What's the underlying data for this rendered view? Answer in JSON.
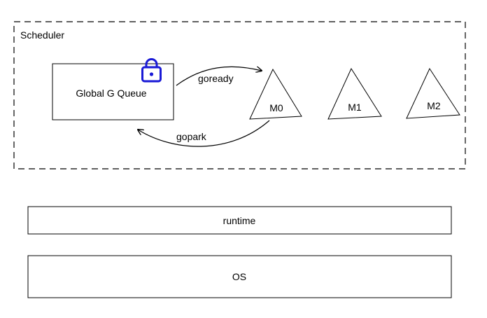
{
  "scheduler": {
    "label": "Scheduler",
    "queue_label": "Global G Queue",
    "lock_icon": "lock-icon",
    "edges": {
      "forward_label": "goready",
      "backward_label": "gopark"
    },
    "machines": [
      {
        "label": "M0"
      },
      {
        "label": "M1"
      },
      {
        "label": "M2"
      }
    ]
  },
  "layers": {
    "runtime_label": "runtime",
    "os_label": "OS"
  },
  "colors": {
    "stroke": "#000000",
    "lock": "#1a1ad6",
    "background": "#ffffff"
  }
}
